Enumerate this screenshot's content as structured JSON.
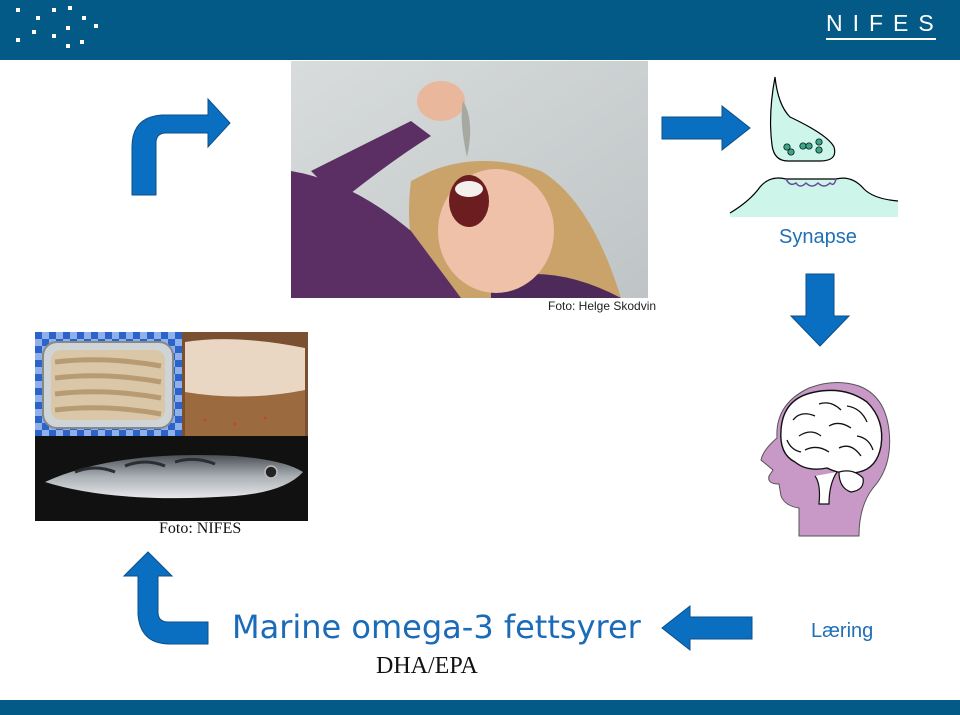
{
  "header": {
    "logo_text": "NIFES",
    "bar_color": "#035a86"
  },
  "photo_child": {
    "caption": "Foto: Helge Skodvin",
    "description_icon": "child-eating-fish-photo"
  },
  "synapse": {
    "label": "Synapse"
  },
  "fish_collage": {
    "caption": "Foto: NIFES"
  },
  "brain": {
    "label": "Læring"
  },
  "footer_text": {
    "title": "Marine omega-3 fettsyrer",
    "subtitle": "DHA/EPA"
  },
  "colors": {
    "arrow_blue": "#0b6fc1",
    "arrow_edge": "#0a4f8a",
    "synapse_fill": "#cdf5ea",
    "head_fill": "#c898c6",
    "text_blue": "#1a6bb8"
  }
}
